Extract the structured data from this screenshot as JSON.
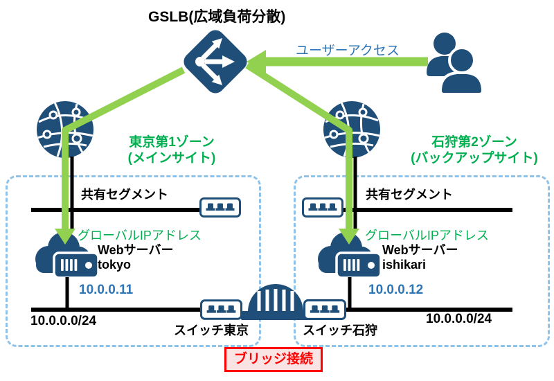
{
  "title": "GSLB(広域負荷分散)",
  "labels": {
    "user_access": "ユーザーアクセス",
    "bridge_connection": "ブリッジ接続"
  },
  "zones": {
    "tokyo": {
      "name": "東京第1ゾーン",
      "subtitle": "(メインサイト)",
      "segment_label": "共有セグメント",
      "global_ip_label": "グローバルIPアドレス",
      "server_label": "Webサーバー",
      "server_host": "tokyo",
      "server_ip": "10.0.0.11",
      "subnet": "10.0.0.0/24",
      "switch_label": "スイッチ東京"
    },
    "ishikari": {
      "name": "石狩第2ゾーン",
      "subtitle": "(バックアップサイト)",
      "segment_label": "共有セグメント",
      "global_ip_label": "グローバルIPアドレス",
      "server_label": "Webサーバー",
      "server_host": "ishikari",
      "server_ip": "10.0.0.12",
      "subnet": "10.0.0.0/24",
      "switch_label": "スイッチ石狩"
    }
  },
  "icons": {
    "load_balancer": "gslb-load-balancer-icon",
    "users": "users-icon",
    "network_globe": "globe-network-icon",
    "switch": "switch-icon",
    "web_server": "cloud-server-icon",
    "bridge": "bridge-icon"
  },
  "colors": {
    "icon_navy": "#1F4E79",
    "arrow_green": "#92D050",
    "text_green": "#00B050",
    "text_blue": "#2E75B6",
    "zone_border_blue": "#8FC3E9",
    "alert_red": "#FF0000",
    "alert_bg": "#FAE3E3"
  }
}
